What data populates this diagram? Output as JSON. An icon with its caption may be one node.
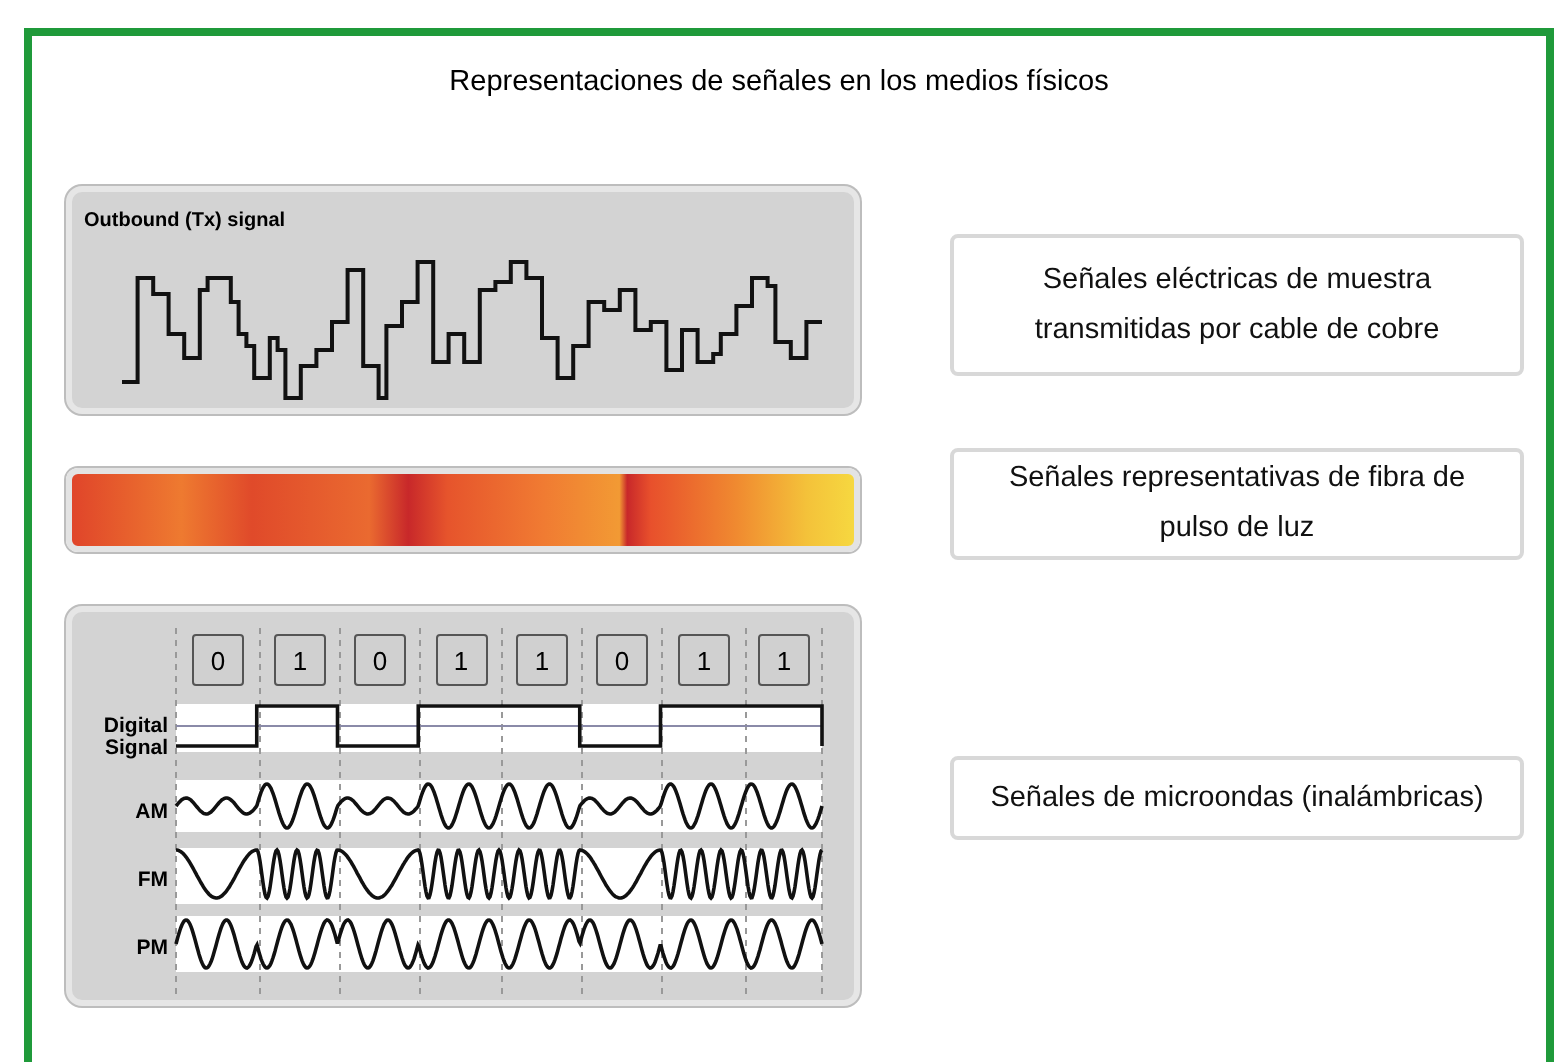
{
  "diagram": {
    "title": "Representaciones de señales en los medios físicos",
    "nodes": [
      {
        "text": [
          "Outbound (Tx) signal"
        ]
      },
      {
        "text": [
          "Señales eléctricas de muestra transmitidas por cable de cobre"
        ]
      },
      {
        "text": [],
        "shape": "bar"
      },
      {
        "text": [
          "Señales representativas de fibra de pulso de luz"
        ]
      },
      {
        "text": [],
        "shape": "box"
      },
      {
        "text": [
          "0"
        ],
        "in": 4
      },
      {
        "text": [
          "1"
        ],
        "in": 4
      },
      {
        "text": [
          "0"
        ],
        "in": 4
      },
      {
        "text": [
          "1"
        ],
        "in": 4
      },
      {
        "text": [
          "1"
        ],
        "in": 4
      },
      {
        "text": [
          "0"
        ],
        "in": 4
      },
      {
        "text": [
          "1"
        ],
        "in": 4
      },
      {
        "text": [
          "1"
        ],
        "in": 4
      },
      {
        "text": [
          "Señales de microondas (inalámbricas)"
        ]
      }
    ],
    "labels": [
      "Digital Signal",
      "AM",
      "FM",
      "PM"
    ]
  }
}
